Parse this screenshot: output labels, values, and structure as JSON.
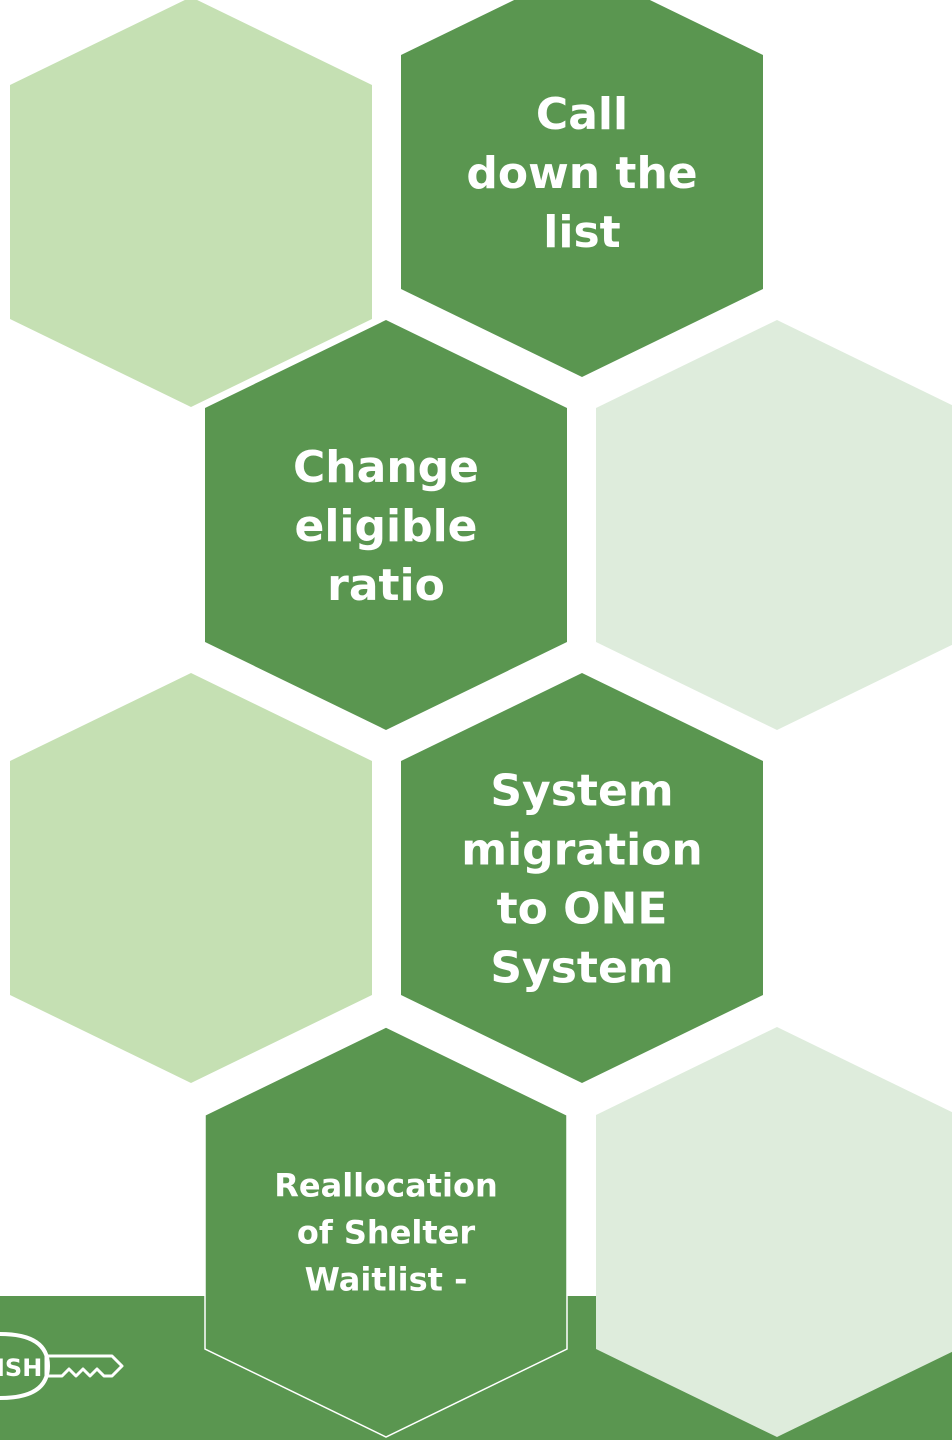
{
  "colors": {
    "background": "#ffffff",
    "dark_green": "#5a9650",
    "light_green": "#c5e0b3",
    "pale_green": "#deecdc",
    "text": "#ffffff"
  },
  "hexagons": [
    {
      "id": "hex-1",
      "style": "light",
      "lines": []
    },
    {
      "id": "hex-2",
      "style": "dark",
      "lines": [
        "Call",
        "down the",
        "list"
      ]
    },
    {
      "id": "hex-3",
      "style": "dark",
      "lines": [
        "Change",
        "eligible",
        "ratio"
      ]
    },
    {
      "id": "hex-4",
      "style": "pale",
      "lines": []
    },
    {
      "id": "hex-5",
      "style": "light",
      "lines": []
    },
    {
      "id": "hex-6",
      "style": "dark",
      "lines": [
        "System",
        "migration",
        "to ONE",
        "System"
      ]
    },
    {
      "id": "hex-7",
      "style": "dark",
      "lines": [
        "Reallocation",
        "of Shelter",
        "Waitlist  -"
      ]
    },
    {
      "id": "hex-8",
      "style": "pale",
      "lines": []
    }
  ],
  "footer": {
    "logo_text": "ISH",
    "logo_icon": "key-icon"
  }
}
